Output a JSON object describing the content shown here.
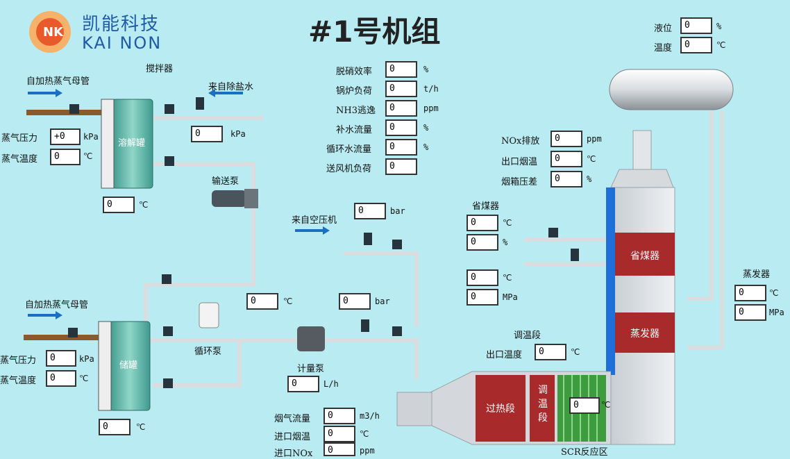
{
  "header": {
    "title": "#1号机组",
    "logo_cn": "凯能科技",
    "logo_en": "KAI NON"
  },
  "labels": {
    "stirrer": "搅拌器",
    "steam_header_top": "自加热蒸气母管",
    "from_desalinated_water": "来自除盐水",
    "dissolving_tank": "溶解罐",
    "transfer_pump": "输送泵",
    "steam_header_bottom": "自加热蒸气母管",
    "storage_tank": "储罐",
    "circulation_pump": "循环泵",
    "metering_pump": "计量泵",
    "from_air_compressor": "来自空压机",
    "economizer": "省煤器",
    "economizer_section": "省煤器",
    "evaporator": "蒸发器",
    "evaporator_section": "蒸发器",
    "superheater_section": "过热段",
    "temper_section_v": "调温段",
    "temper_section": "调温段",
    "scr_zone": "SCR反应区",
    "steam_pressure": "蒸气压力",
    "steam_temp": "蒸气温度",
    "level": "液位",
    "temperature": "温度",
    "denox_efficiency": "脱硝效率",
    "boiler_load": "锅炉负荷",
    "nh3_slip": "NH3逃逸",
    "makeup_flow": "补水流量",
    "circ_water_flow": "循环水流量",
    "fan_load": "送风机负荷",
    "nox_emission": "NOx排放",
    "outlet_flue_temp": "出口烟温",
    "flue_box_dp": "烟箱压差",
    "outlet_temp": "出口温度",
    "flue_gas_flow": "烟气流量",
    "inlet_flue_temp": "进口烟温",
    "inlet_nox": "进口NOx"
  },
  "units": {
    "kpa": "kPa",
    "degc": "℃",
    "pct": "%",
    "tph": "t/h",
    "ppm": "ppm",
    "bar": "bar",
    "lph": "L/h",
    "mpa": "MPa",
    "m3h": "m3/h"
  },
  "values": {
    "steam_pressure_top": "+0",
    "steam_temp_top": "0",
    "water_pressure": "0",
    "dissolving_tank_temp": "0",
    "steam_pressure_bottom": "0",
    "steam_temp_bottom": "0",
    "storage_tank_temp": "0",
    "circ_temp": "0",
    "air_pressure": "0",
    "air_pressure2": "0",
    "metering_flow": "0",
    "level": "0",
    "drum_temp": "0",
    "denox_efficiency": "0",
    "boiler_load": "0",
    "nh3_slip": "0",
    "makeup_flow": "0",
    "circ_water_flow": "0",
    "fan_load": "0",
    "nox_emission": "0",
    "outlet_flue_temp": "0",
    "flue_box_dp": "0",
    "econ_temp": "0",
    "econ_pct": "0",
    "econ_temp2": "0",
    "econ_mpa": "0",
    "evap_temp": "0",
    "evap_mpa": "0",
    "temper_outlet": "0",
    "scr_temp": "0",
    "flue_gas_flow": "0",
    "inlet_flue_temp": "0",
    "inlet_nox": "0"
  }
}
